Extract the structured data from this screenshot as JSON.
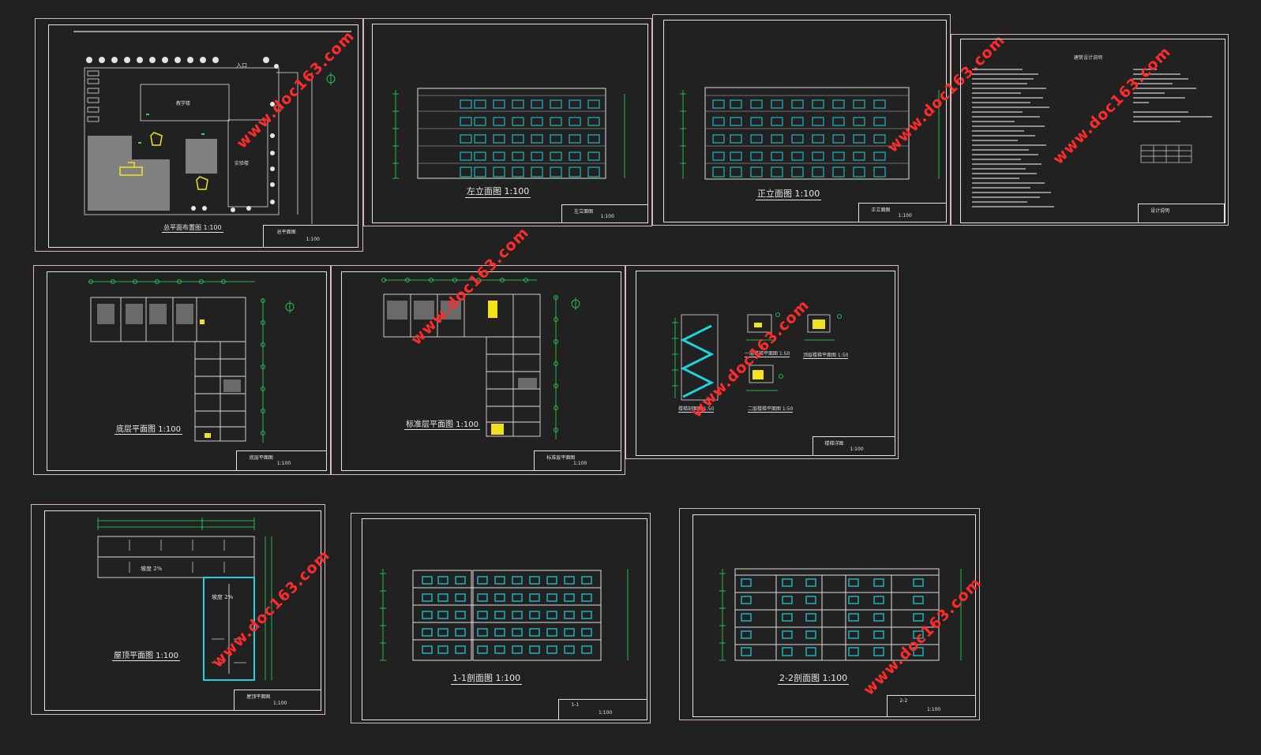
{
  "watermark": "www.doc163.com",
  "colors": {
    "background": "#212121",
    "frame": "#e6e6e6",
    "watermark": "#ff2a2a",
    "cyan": "#1ed3e0",
    "green": "#22e05a",
    "yellow": "#f2e21c"
  },
  "sheets": [
    {
      "id": "site-plan",
      "title": "总平面布置图 1:100",
      "scale_text": "1:100",
      "title_block_label": "总平面图"
    },
    {
      "id": "left-elevation",
      "title": "左立面图 1:100",
      "scale_text": "1:100",
      "title_block_label": "左立面图"
    },
    {
      "id": "main-elevation",
      "title": "正立面图 1:100",
      "scale_text": "1:100",
      "title_block_label": "正立面图"
    },
    {
      "id": "design-notes",
      "title": "建筑设计说明",
      "scale_text": "",
      "title_block_label": "设计说明"
    },
    {
      "id": "ground-plan",
      "title": "底层平面图 1:100",
      "scale_text": "1:100",
      "title_block_label": "底层平面图"
    },
    {
      "id": "typical-plan",
      "title": "标准层平面图 1:100",
      "scale_text": "1:100",
      "title_block_label": "标准层平面图"
    },
    {
      "id": "stair-details",
      "title": "楼梯详图",
      "scale_text": "1:100",
      "title_block_label": "楼梯详图",
      "captions": [
        "楼梯剖面图 1:50",
        "一层楼梯平面图 1:50",
        "顶层楼梯平面图 1:50",
        "二层楼梯平面图 1:50"
      ]
    },
    {
      "id": "roof-plan",
      "title": "屋顶平面图 1:100",
      "scale_text": "1:100",
      "title_block_label": "屋顶平面图",
      "slope_labels": [
        "坡度 2%",
        "坡度 2%"
      ]
    },
    {
      "id": "section-1-1",
      "title": "1-1剖面图 1:100",
      "scale_text": "1:100",
      "title_block_label": "1-1"
    },
    {
      "id": "section-2-2",
      "title": "2-2剖面图 1:100",
      "scale_text": "1:100",
      "title_block_label": "2-2"
    }
  ],
  "site_labels": {
    "entrance": "入口",
    "building_a": "教学楼",
    "building_b": "实验楼"
  }
}
